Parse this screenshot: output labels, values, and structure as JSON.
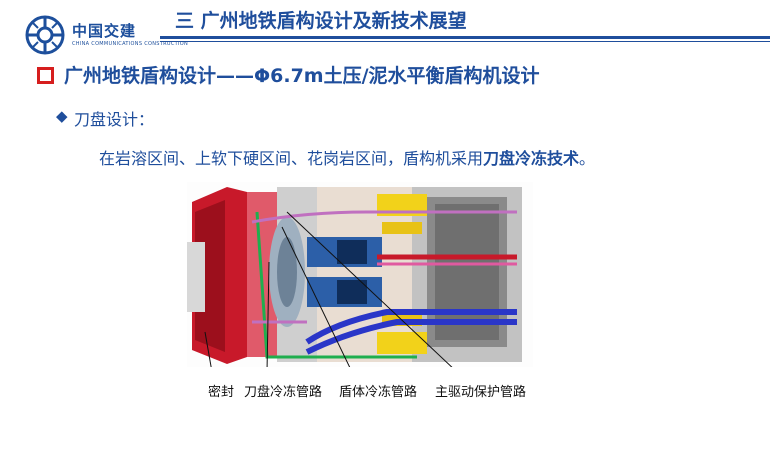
{
  "logo": {
    "name_cn": "中国交建",
    "name_en": "CHINA COMMUNICATIONS CONSTRUCTION"
  },
  "header": {
    "title": "三  广州地铁盾构设计及新技术展望"
  },
  "section": {
    "title": "广州地铁盾构设计——Φ6.7m土压/泥水平衡盾构机设计"
  },
  "bullet": {
    "label": "刀盘设计："
  },
  "body": {
    "text_prefix": "在岩溶区间、上软下硬区间、花岗岩区间，盾构机采用",
    "text_bold": "刀盘冷冻技术",
    "text_suffix": "。"
  },
  "diagram": {
    "labels": [
      "密封",
      "刀盘冷冻管路",
      "盾体冷冻管路",
      "主驱动保护管路"
    ]
  },
  "colors": {
    "brand_blue": "#1f4e9c",
    "accent_red": "#d61e1e"
  }
}
